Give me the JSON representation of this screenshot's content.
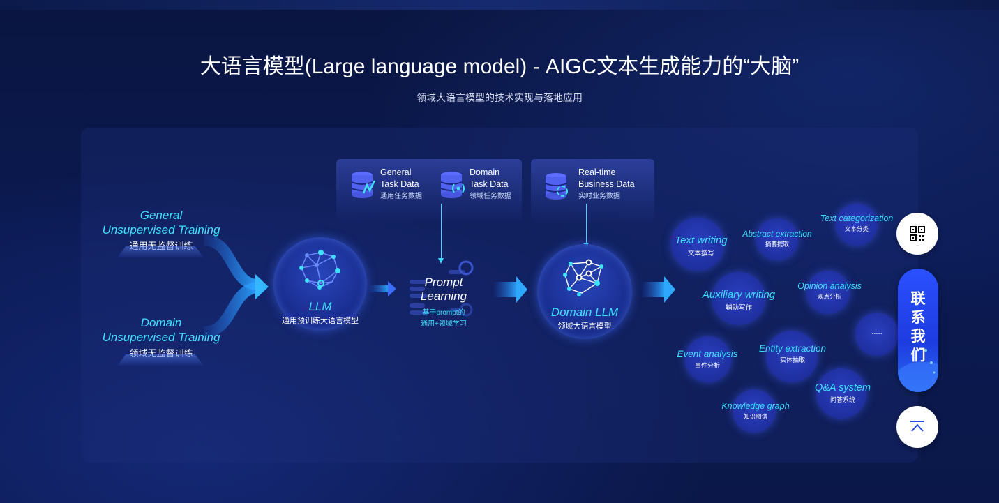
{
  "header": {
    "title": "大语言模型(Large language model) - AIGC文本生成能力的“大脑”",
    "subtitle": "领域大语言模型的技术实现与落地应用"
  },
  "sources": [
    {
      "en1": "General",
      "en2": "Unsupervised Training",
      "cn": "通用无监督训练"
    },
    {
      "en1": "Domain",
      "en2": "Unsupervised Training",
      "cn": "领域无监督训练"
    }
  ],
  "data_boxes": [
    {
      "en1": "General",
      "en2": "Task Data",
      "cn": "通用任务数据"
    },
    {
      "en1": "Domain",
      "en2": "Task Data",
      "cn": "领域任务数据"
    },
    {
      "en1": "Real-time",
      "en2": "Business Data",
      "cn": "实时业务数据"
    }
  ],
  "llm": {
    "en": "LLM",
    "cn": "通用预训练大语言模型"
  },
  "prompt": {
    "en1": "Prompt",
    "en2": "Learning",
    "cn1": "基于prompt的",
    "cn2": "通用+领域学习"
  },
  "domain_llm": {
    "en": "Domain LLM",
    "cn": "领域大语言模型"
  },
  "applications": [
    {
      "en": "Text writing",
      "cn": "文本撰写"
    },
    {
      "en": "Abstract extraction",
      "cn": "摘要提取"
    },
    {
      "en": "Text categorization",
      "cn": "文本分类"
    },
    {
      "en": "Auxiliary writing",
      "cn": "辅助写作"
    },
    {
      "en": "Opinion analysis",
      "cn": "观点分析"
    },
    {
      "en": "Event analysis",
      "cn": "事件分析"
    },
    {
      "en": "Entity extraction",
      "cn": "实体抽取"
    },
    {
      "en": "Q&A system",
      "cn": "问答系统"
    },
    {
      "en": "Knowledge graph",
      "cn": "知识图谱"
    },
    {
      "en": ".....",
      "cn": ""
    }
  ],
  "sidebar": {
    "contact": "联系我们"
  },
  "icons": {
    "qr": "qr-code-icon",
    "top": "back-to-top-icon",
    "db": "database-icon"
  },
  "colors": {
    "accent": "#3fe1ff",
    "node": "#1e2f9a",
    "contact": "#2448f0"
  }
}
